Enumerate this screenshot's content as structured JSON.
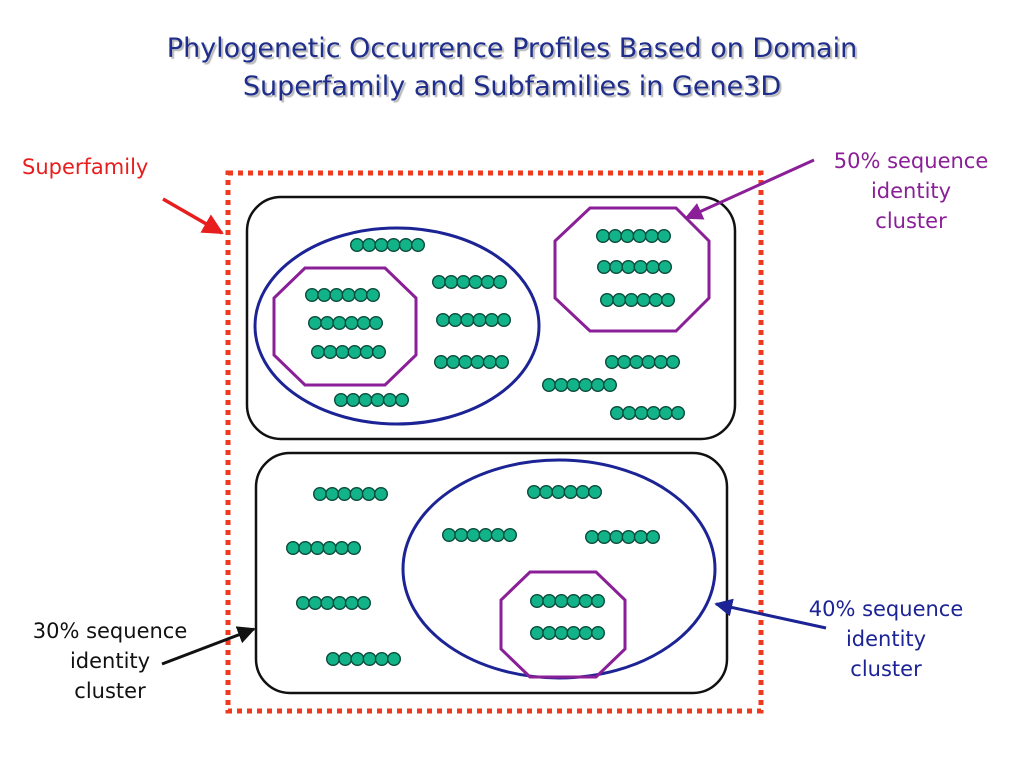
{
  "title": {
    "line1": "Phylogenetic Occurrence Profiles Based on Domain",
    "line2": "Superfamily and Subfamilies in Gene3D"
  },
  "labels": {
    "superfamily": "Superfamily",
    "cluster50": [
      "50% sequence",
      "identity",
      "cluster"
    ],
    "cluster40": [
      "40% sequence",
      "identity",
      "cluster"
    ],
    "cluster30": [
      "30% sequence",
      "identity",
      "cluster"
    ]
  },
  "colors": {
    "title": "#1f2e8c",
    "superfamily": "#e81d1d",
    "cluster50": "#8a1f97",
    "cluster40": "#1c2495",
    "cluster30": "#111111",
    "sequence_bead": "#12b389"
  },
  "legend_icons": {
    "sequence": "chain-of-6-beads",
    "superfamily": "dotted-red-rectangle",
    "cluster30": "rounded-rectangle",
    "cluster40": "ellipse",
    "cluster50": "octagon"
  }
}
